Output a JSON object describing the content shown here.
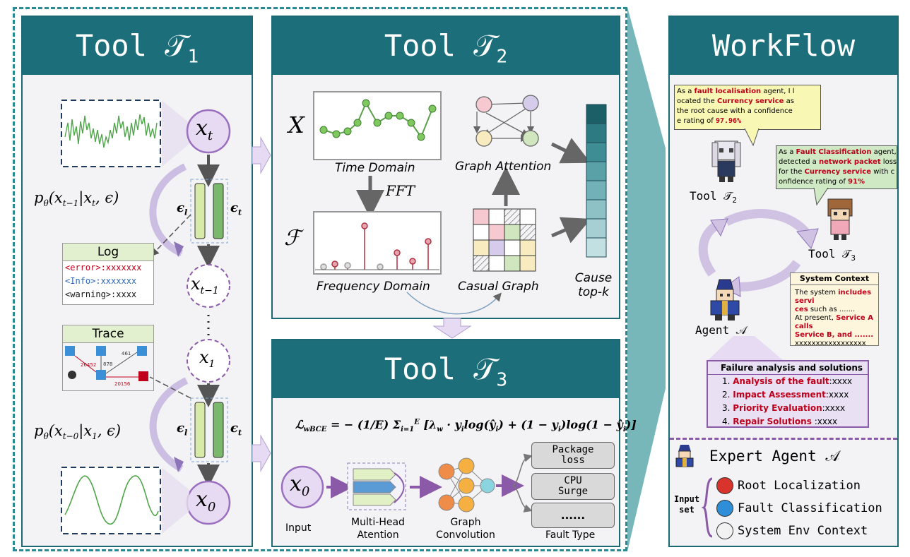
{
  "tool1": {
    "title": "Tool 𝒯",
    "title_sub": "1",
    "xt": "x",
    "xt_sub": "t",
    "xt1": "x",
    "xt1_sub": "t−1",
    "x1": "x",
    "x1_sub": "1",
    "x0": "x",
    "x0_sub": "0",
    "eq_top": "p",
    "eq_top_rest": "(x",
    "eq_top_rest2": "|x",
    "eq_top_rest3": ", ϵ)",
    "eq_bottom_rest3": ", ϵ)",
    "eps_l": "ϵ",
    "eps_l_sub": "l",
    "eps_t": "ϵ",
    "eps_t_sub": "t",
    "log_title": "Log",
    "log_lines": [
      "<error>:xxxxxxx",
      "<Info>:xxxxxxx",
      "<warning>:xxxx"
    ],
    "trace_title": "Trace",
    "trace_nums": [
      "26452",
      "878",
      "461",
      "20156"
    ]
  },
  "tool2": {
    "title": "Tool 𝒯",
    "title_sub": "2",
    "x_label": "X",
    "f_label": "ℱ",
    "time_domain": "Time Domain",
    "fft": "FFT",
    "freq_domain": "Frequency Domain",
    "graph_attention": "Graph Attention",
    "casual_graph": "Casual Graph",
    "cause": "Cause",
    "topk": "top-k"
  },
  "tool3": {
    "title": "Tool 𝒯",
    "title_sub": "3",
    "formula_lhs": "ℒ",
    "formula_lhs_sub": "wBCE",
    "formula_rhs": "= − (1/E) Σ",
    "formula_sum_top": "E",
    "formula_sum_bot": "i=1",
    "formula_body": "[λ",
    "formula_body2": "· y",
    "formula_body3": "log(ŷ",
    "formula_body4": ") + (1 − y",
    "formula_body5": ")log(1 − ŷ",
    "formula_body6": ")]",
    "w_sub": "w",
    "i_sub": "i",
    "x0": "x",
    "x0_sub": "0",
    "input": "Input",
    "mha": "Multi-Head\nAtention",
    "mha_1": "Multi-Head",
    "mha_2": "Atention",
    "gc_1": "Graph",
    "gc_2": "Convolution",
    "fault_types": [
      "Package loss",
      "CPU Surge",
      "......"
    ],
    "fault_type_label": "Fault Type"
  },
  "workflow": {
    "title": "WorkFlow",
    "bubble1": {
      "p1": "As a ",
      "r1": "fault localisation",
      "p2": " agent, I l",
      "p3": "ocated the ",
      "r2": "Currency service",
      "p4": " as",
      "p5": "the root cause with a confidence",
      "p6": "e rating of ",
      "r3": "97.96%"
    },
    "bubble2": {
      "p1": "As a ",
      "r1": "Fault Classification",
      "p2": " agent, I",
      "p3": "detected a ",
      "r2": "network packet",
      "p4": " loss",
      "p5": "for the ",
      "r3": "Currency service",
      "p6": "  with c",
      "p7": "onfidence rating of ",
      "r4": "91%"
    },
    "tool2": "Tool 𝒯",
    "tool2_sub": "2",
    "tool3": "Tool 𝒯",
    "tool3_sub": "3",
    "agent": "Agent 𝒜",
    "sys_title": "System Context",
    "sys_p1": "The system ",
    "sys_r1": "includes servi",
    "sys_r1b": "ces",
    "sys_p2": " such as .......",
    "sys_p3": "At present, ",
    "sys_r2": "Service A calls",
    "sys_r3": "Service B, and .......",
    "sys_p4": "xxxxxxxxxxxxxxxxx",
    "fail_title": "Failure analysis and solutions",
    "fail_items": [
      {
        "num": "1. ",
        "label": "Analysis of the fault",
        "val": ":xxxx"
      },
      {
        "num": "2. ",
        "label": "Impact Assessment",
        "val": ":xxxx"
      },
      {
        "num": "3. ",
        "label": "Priority Evaluation",
        "val": ":xxxx"
      },
      {
        "num": "4. ",
        "label": "Repair Solutions",
        "val": " :xxxx"
      }
    ],
    "expert": "Expert Agent 𝒜",
    "input_set_1": "Input",
    "input_set_2": "set",
    "inputs": [
      "Root Localization",
      "Fault Classification",
      "System Env Context"
    ]
  },
  "colors": {
    "header": "#1c6f7a",
    "accent_purple": "#8a5aa8",
    "red_text": "#c0001a"
  }
}
